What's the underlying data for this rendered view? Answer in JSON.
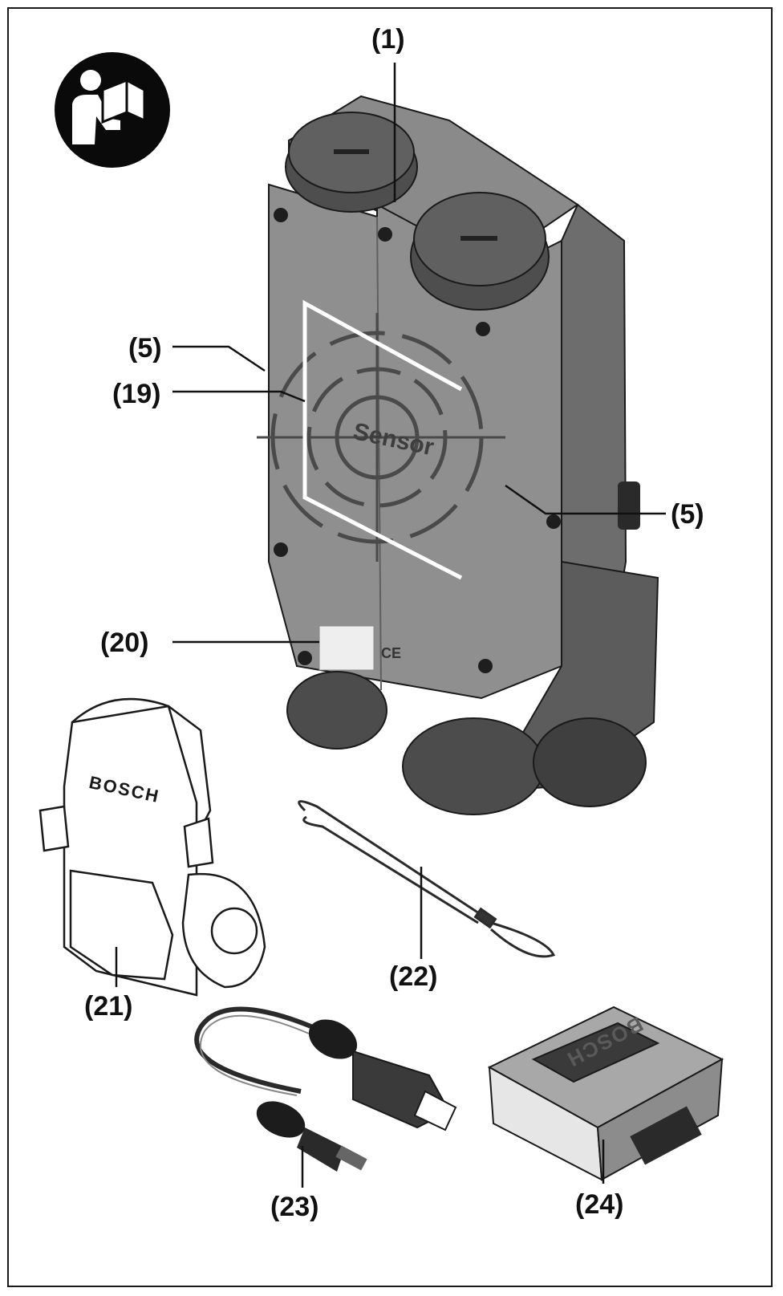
{
  "colors": {
    "device_body": "#8f8f8f",
    "device_dark": "#555555",
    "device_shadow": "#6d6d6d",
    "line": "#1a1a1a",
    "label_white": "#eeeeee"
  },
  "icons": {
    "read_manual": "read-manual-icon",
    "target": "sensor-target-icon"
  },
  "device": {
    "sensor_text": "Sensor",
    "certification_marks": "CE"
  },
  "bag": {
    "brand": "BOSCH"
  },
  "case": {
    "brand": "BOSCH"
  },
  "callouts": {
    "c1": "(1)",
    "c5_left": "(5)",
    "c19": "(19)",
    "c5_right": "(5)",
    "c20": "(20)",
    "c21": "(21)",
    "c22": "(22)",
    "c23": "(23)",
    "c24": "(24)"
  }
}
